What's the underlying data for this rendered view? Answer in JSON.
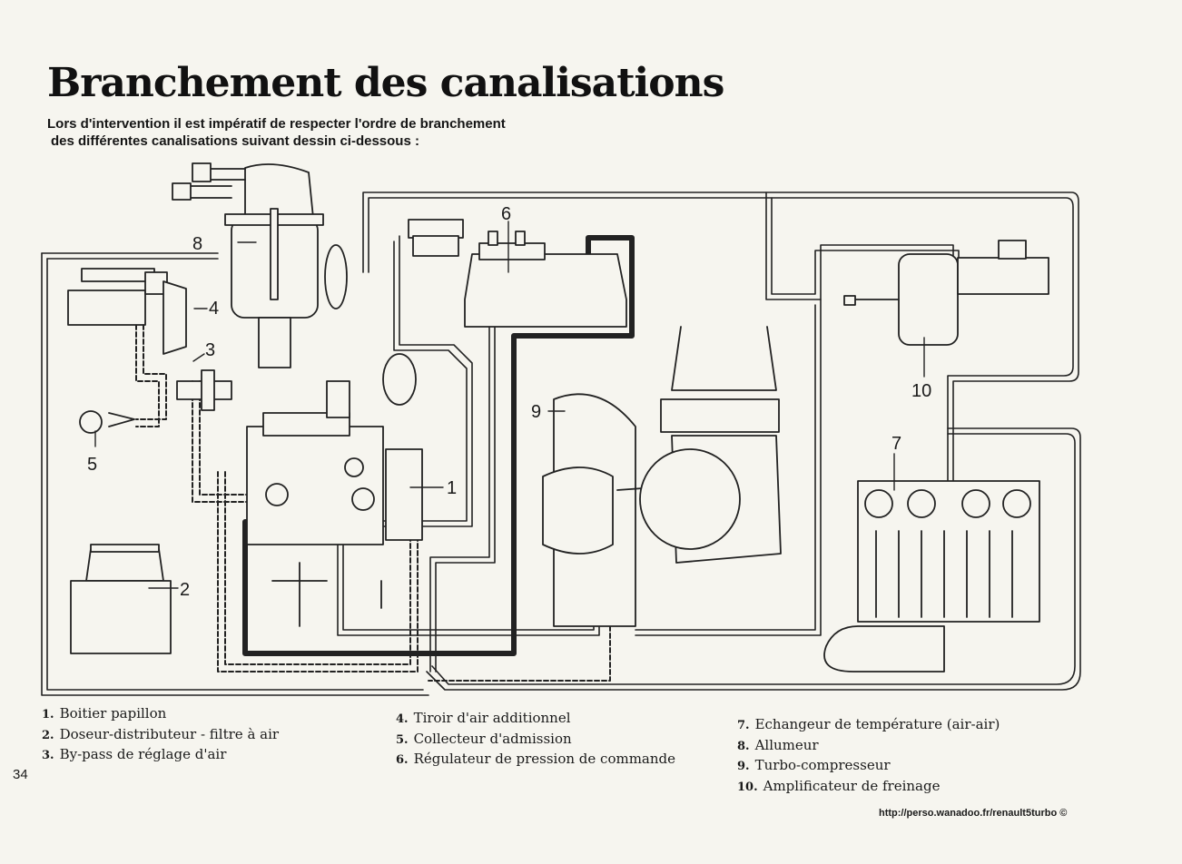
{
  "title": "Branchement des canalisations",
  "subtitle": {
    "line1": "Lors d'intervention il est impératif de respecter l'ordre de branchement",
    "line2": "des différentes canalisations suivant dessin ci-dessous :"
  },
  "diagram_labels": [
    "1",
    "2",
    "3",
    "4",
    "5",
    "6",
    "7",
    "8",
    "9",
    "10"
  ],
  "legend": {
    "col1": [
      {
        "num": "1.",
        "text": "Boitier papillon"
      },
      {
        "num": "2.",
        "text": "Doseur-distributeur - filtre à air"
      },
      {
        "num": "3.",
        "text": "By-pass de réglage d'air"
      }
    ],
    "col2": [
      {
        "num": "4.",
        "text": "Tiroir d'air additionnel"
      },
      {
        "num": "5.",
        "text": "Collecteur d'admission"
      },
      {
        "num": "6.",
        "text": "Régulateur de pression de commande"
      }
    ],
    "col3": [
      {
        "num": "7.",
        "text": "Echangeur de température (air-air)"
      },
      {
        "num": "8.",
        "text": "Allumeur"
      },
      {
        "num": "9.",
        "text": "Turbo-compresseur"
      },
      {
        "num": "10.",
        "text": "Amplificateur de freinage"
      }
    ]
  },
  "page_number": "34",
  "copyright": "http://perso.wanadoo.fr/renault5turbo ©"
}
